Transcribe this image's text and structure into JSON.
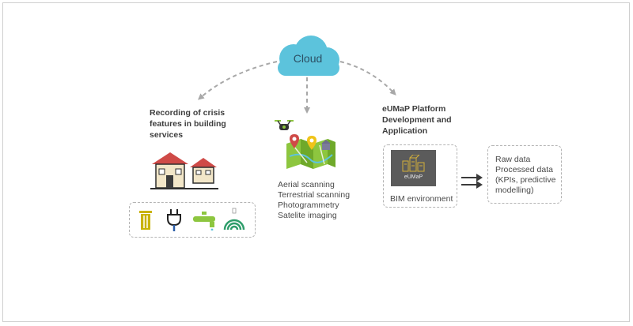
{
  "cloud": {
    "label": "Cloud"
  },
  "recording": {
    "heading_lines": [
      "Recording of crisis",
      "features in building",
      "services"
    ]
  },
  "scanning": {
    "methods": [
      "Aerial scanning",
      "Terrestrial scanning",
      "Photogrammetry",
      "Satelite imaging"
    ]
  },
  "platform": {
    "heading_lines": [
      "eUMaP Platform",
      "Development and",
      "Application"
    ],
    "logo_text": "eUMaP",
    "bim_label": "BIM environment"
  },
  "output": {
    "lines": [
      "Raw data",
      "Processed data",
      "(KPIs, predictive",
      "modelling)"
    ]
  },
  "colors": {
    "cloud": "#5cc3dc",
    "roof": "#cf4a47",
    "plant_green": "#8dc63f",
    "icon_yellow": "#c9b300",
    "connector": "#a8a8a8"
  }
}
